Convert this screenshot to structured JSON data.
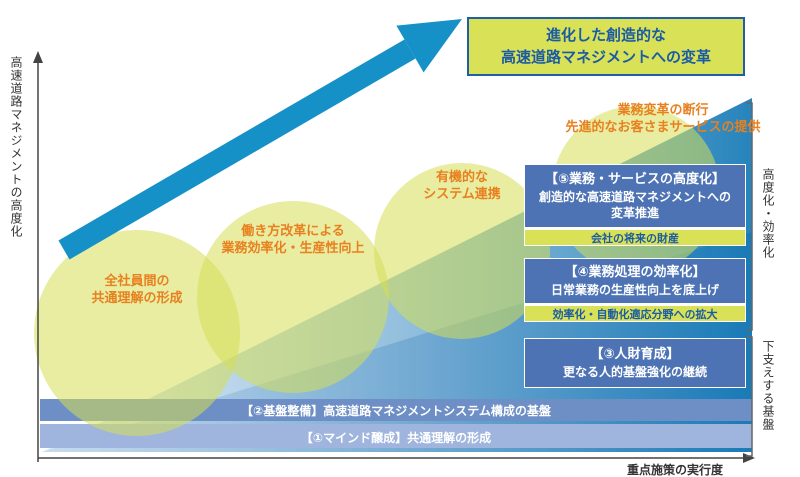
{
  "axes": {
    "y_label": "高速道路マネジメントの高度化",
    "x_label": "重点施策の実行度"
  },
  "goal_box": {
    "line1": "進化した創造的な",
    "line2": "高速道路マネジメントへの変革"
  },
  "bubbles": [
    {
      "line1": "全社員間の",
      "line2": "共通理解の形成"
    },
    {
      "line1": "働き方改革による",
      "line2": "業務効率化・生産性向上"
    },
    {
      "line1": "有機的な",
      "line2": "システム連携"
    },
    {
      "line1": "業務変革の断行",
      "line2": "先進的なお客さまサービスの提供"
    }
  ],
  "steps": [
    {
      "heading": "【⑤業務・サービスの高度化】",
      "body1": "創造的な高速道路マネジメントへの",
      "body2": "変革推進",
      "tag": "会社の将来の財産"
    },
    {
      "heading": "【④業務処理の効率化】",
      "body1": "日常業務の生産性向上を底上げ",
      "tag": "効率化・自動化適応分野への拡大"
    },
    {
      "heading": "【③人財育成】",
      "body1": "更なる人的基盤強化の継続"
    }
  ],
  "bands": [
    {
      "label": "【②基盤整備】高速道路マネジメントシステム構成の基盤"
    },
    {
      "label": "【①マインド醸成】共通理解の形成"
    }
  ],
  "side_labels": {
    "upper": "高度化・効率化",
    "lower": "下支えする基盤"
  },
  "colors": {
    "arrow_teal": "#1591c8",
    "yellow_green": "#d9e156",
    "orange_text": "#e8801f",
    "step_box_blue": "#4d73b5",
    "band2_blue": "#6d8fc6",
    "band1_blue": "#9fb5de",
    "title_blue": "#1a5ba6"
  }
}
